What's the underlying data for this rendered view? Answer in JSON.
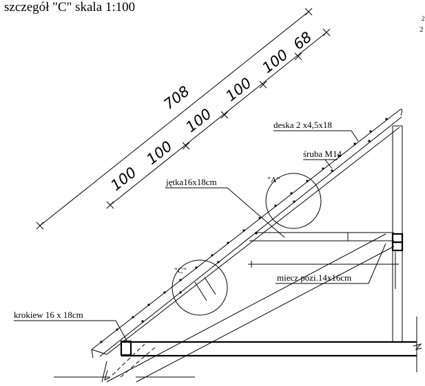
{
  "title": "szczegół \"C\"  skala 1:100",
  "dimensions": {
    "total": "708",
    "segments": [
      "100",
      "100",
      "100",
      "100",
      "100",
      "68"
    ]
  },
  "labels": {
    "board": "deska 2 x4,5x18",
    "bolt": "śruba M14",
    "collar_tie": "jętka16x18cm",
    "detail_a": "\"A\"",
    "detail_c": "\"C\"",
    "brace": "miecz pozi.14x16cm",
    "rafter": "krokiew 16 x 18cm"
  },
  "edge_marks": [
    "2",
    "2"
  ]
}
